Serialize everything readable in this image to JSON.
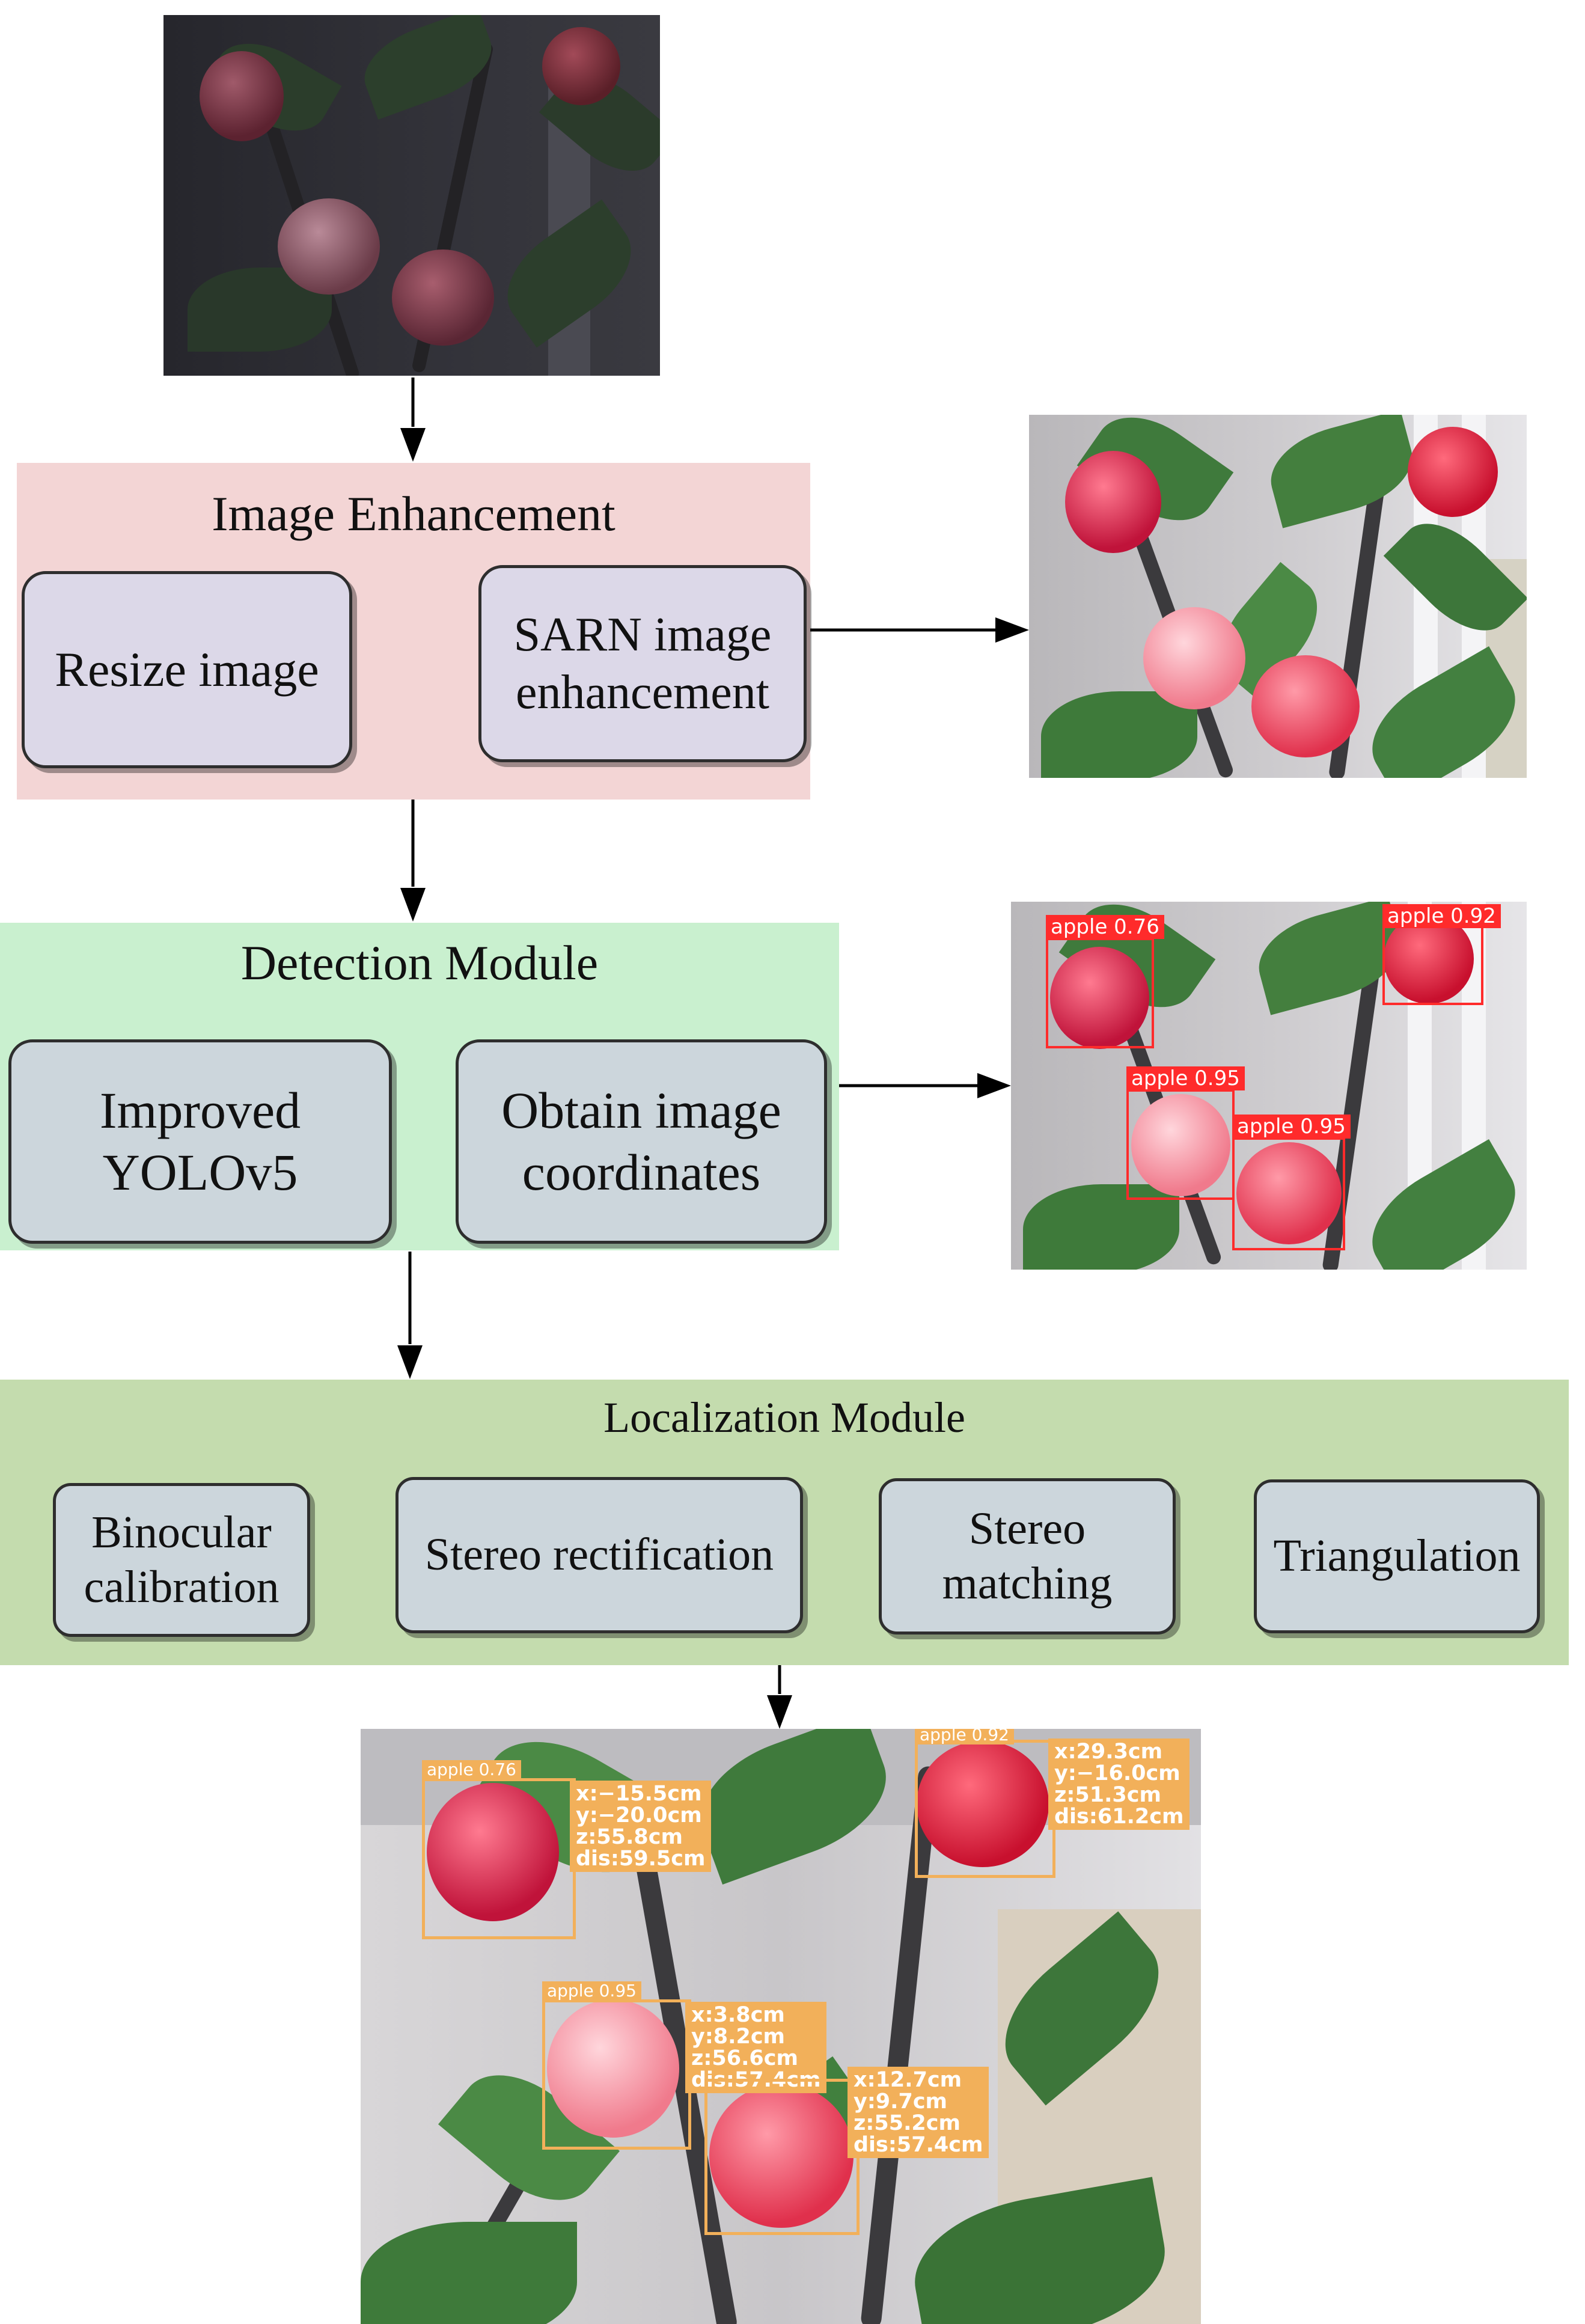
{
  "image_enhancement": {
    "title": "Image Enhancement",
    "steps": [
      "Resize  image",
      "SARN image\nenhancement"
    ]
  },
  "detection_module": {
    "title": "Detection Module",
    "steps": [
      "Improved\nYOLOv5",
      "Obtain image\ncoordinates"
    ]
  },
  "localization_module": {
    "title": "Localization Module",
    "steps": [
      "Binocular\ncalibration",
      "Stereo rectification",
      "Stereo\nmatching",
      "Triangulation"
    ]
  },
  "detections": [
    {
      "label": "apple",
      "score": "0.76",
      "tag": "apple  0.76"
    },
    {
      "label": "apple",
      "score": "0.92",
      "tag": "apple  0.92"
    },
    {
      "label": "apple",
      "score": "0.95",
      "tag": "apple  0.95"
    },
    {
      "label": "apple",
      "score": "0.95",
      "tag": "apple  0.95"
    }
  ],
  "localizations": [
    {
      "tag": "apple  0.76",
      "x": "x:−15.5cm",
      "y": "y:−20.0cm",
      "z": "z:55.8cm",
      "dis": "dis:59.5cm"
    },
    {
      "tag": "apple  0.92",
      "x": "x:29.3cm",
      "y": "y:−16.0cm",
      "z": "z:51.3cm",
      "dis": "dis:61.2cm"
    },
    {
      "tag": "apple  0.95",
      "x": "x:3.8cm",
      "y": "y:8.2cm",
      "z": "z:56.6cm",
      "dis": "dis:57.4cm"
    },
    {
      "tag": "",
      "x": "x:12.7cm",
      "y": "y:9.7cm",
      "z": "z:55.2cm",
      "dis": "dis:57.4cm"
    }
  ],
  "colors": {
    "enhancement_bg": "#f3d5d5",
    "detection_bg": "#c9f0cf",
    "localization_bg": "#c4dcae",
    "box_fill_a": "#dcd8e8",
    "box_fill_b": "#ccd6dc",
    "detection_box": "#ff2b2b",
    "localization_box": "#f2b05a"
  },
  "icons": [
    "arrow-down-icon",
    "arrow-right-icon"
  ]
}
